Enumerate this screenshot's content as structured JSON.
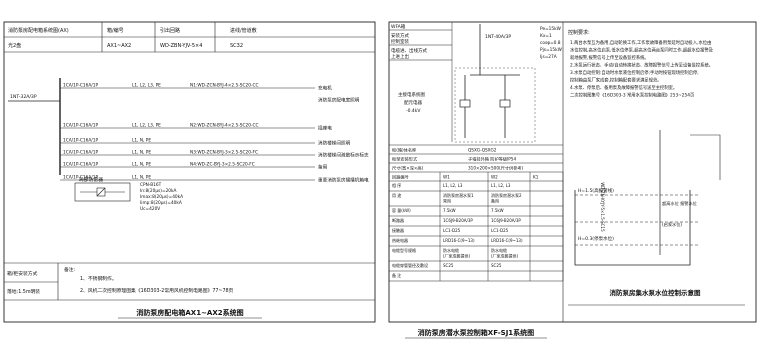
{
  "left_sheet": {
    "header": {
      "col1": "消防泵房配电箱系统图(AX)",
      "col2": "箱/编号",
      "col3": "引出回路",
      "col4": "进线/管道敷",
      "row2_col1": "光2盘",
      "row2_col2": "AX1~AX2",
      "row2_col3": "WD-ZBN-YJV-5×4",
      "row2_col4": "SC32"
    },
    "incoming": {
      "breaker": "1NT-32A/3P",
      "label": "1CA/1P-C16A/1P",
      "phase": "L1, L2, L3, PE"
    },
    "circuits": [
      {
        "breaker": "1CA/1P-C16A/1P",
        "phase": "L1, L2, L3, PE",
        "cable": "N1:WD-ZCN-BYJ-4×2.5-SC20-CC",
        "load": "充电机"
      },
      {
        "breaker": "",
        "phase": "",
        "cable": "",
        "load": "消防泵房配电室照明"
      },
      {
        "breaker": "1CA/1P-C16A/1P",
        "phase": "L1, L2, L3, PE",
        "cable": "N2:WD-ZCN-BYJ-4×2.5-SC20-CC",
        "load": "插座电"
      },
      {
        "breaker": "1CA/1P-C16A/1P",
        "phase": "L1, N, PE",
        "cable": "",
        "load": "消防楼梯间照明"
      },
      {
        "breaker": "1CA/1P-C16A/1P",
        "phase": "L1, N, PE",
        "cable": "N3:WD-ZCN-BYJ-3×2.5-SC20-FC",
        "load": "消防楼梯间疏散标示标志"
      },
      {
        "breaker": "1CA/1P-C16A/1P",
        "phase": "L1, N, PE",
        "cable": "N4:WD-ZC-BYJ-3×2.5-SC20-FC",
        "load": "备用"
      },
      {
        "breaker": "1CA/1P-C16A/1P",
        "phase": "L1, N, PE",
        "cable": "",
        "load": "重要消防泵房播播机箱电"
      }
    ],
    "spd_box": "局部防雷器",
    "spd_text": [
      "CPN-B16T",
      "In:8(20μs)=20kA",
      "Imax:8(20μs)=40kA",
      "Iimp:8(20μs)=40kA",
      "Uc=420V"
    ],
    "bottom_labels": [
      "箱/柜安装方式",
      "落地:1.5m明装"
    ],
    "remarks_title": "备注:",
    "remarks": [
      "1、不锈钢制作。",
      "2、风机二次控制原理图集《16D303-2常用风机控制电路图》77~78页"
    ],
    "caption": "消防泵房配电箱AX1~AX2系统图"
  },
  "right_sheet": {
    "side_labels": [
      "WFA箱",
      "安装方式",
      "控制室装",
      "电缆进、出线方式",
      "上进上出"
    ],
    "box_label": "主接电系统图\n配元电器\n-0.4kV",
    "top_breaker": "1NT-40A/3P",
    "params": [
      "Pe=15kW",
      "Kx=1",
      "cosφ=0.8",
      "Pjs=15kW",
      "Ijs=27A"
    ],
    "table_rows": [
      {
        "label": "柜(箱)体名称",
        "value": "QSXG-QSXG2"
      },
      {
        "label": "柜型安装形式",
        "value": "子墙挂外箱  防护等级IP54"
      },
      {
        "label": "尺寸(宽×深×高)",
        "value": "310×200×500(尺寸供参考)"
      }
    ],
    "grid_headers": [
      "回路编号",
      "W1",
      "W2",
      "K1"
    ],
    "grid_rows": [
      [
        "相 序",
        "L1, L2, L3",
        "L1, L2, L3",
        ""
      ],
      [
        "用 途",
        "消防泵房潜水泵1\n常用",
        "消防泵房潜水泵2\n备用",
        ""
      ],
      [
        "容 量(kW)",
        "7.5kW",
        "7.5kW",
        ""
      ],
      [
        "断路器",
        "1C6J9-B20A/3P",
        "1C6J9-B20A/3P",
        ""
      ],
      [
        "接触器",
        "LC1-D25",
        "LC1-D25",
        ""
      ],
      [
        "热继电器",
        "LRD16-C(9~13)",
        "LRD16-C(9~13)",
        ""
      ],
      [
        "电缆型号规格",
        "防水电缆\n(厂家成套提供)",
        "防水电缆\n(厂家成套提供)",
        ""
      ],
      [
        "电缆穿管管径及敷设",
        "SC25",
        "SC25",
        ""
      ],
      [
        "备 注",
        "",
        "",
        ""
      ]
    ],
    "vertical_cable": "WD-ZN-KYJY-5×1.5-SC15",
    "caption": "消防泵房潜水泵控制箱XF-SJ1系统图",
    "notes_title": "控制要求:",
    "notes": [
      "1.两台水泵互为备用,自动轮换工作,工作泵故障备用泵延时自动投入,水位由",
      "水位控制,高水位启泵,低水位停泵,超高水位两台泵同时工作,超超水位报警及",
      "就地报警,报警信号上传至设备监控系统。",
      "2.水泵运行状态、手动/自动转换状态、故障报警信号上传至设备监控系统。",
      "3.水泵自动控制:自动时水泵液位控制启停;手动时按钮现场控制启停,",
      "控制箱由泵厂家成套,控制箱配套要求满足规范。",
      "4.水泵、停泵后、备用泵及故障报警信号送至主控制室。",
      "二次控制图集号《16D303-3 常用水泵控制电路图》253~254页"
    ],
    "pit_labels": [
      "H=1.5(高报警线)",
      "超高水位 报警水位",
      "H=0.3(停泵水位)",
      "(启泵水位)"
    ],
    "pit_caption": "消防泵房集水泵水位控制示意图"
  }
}
